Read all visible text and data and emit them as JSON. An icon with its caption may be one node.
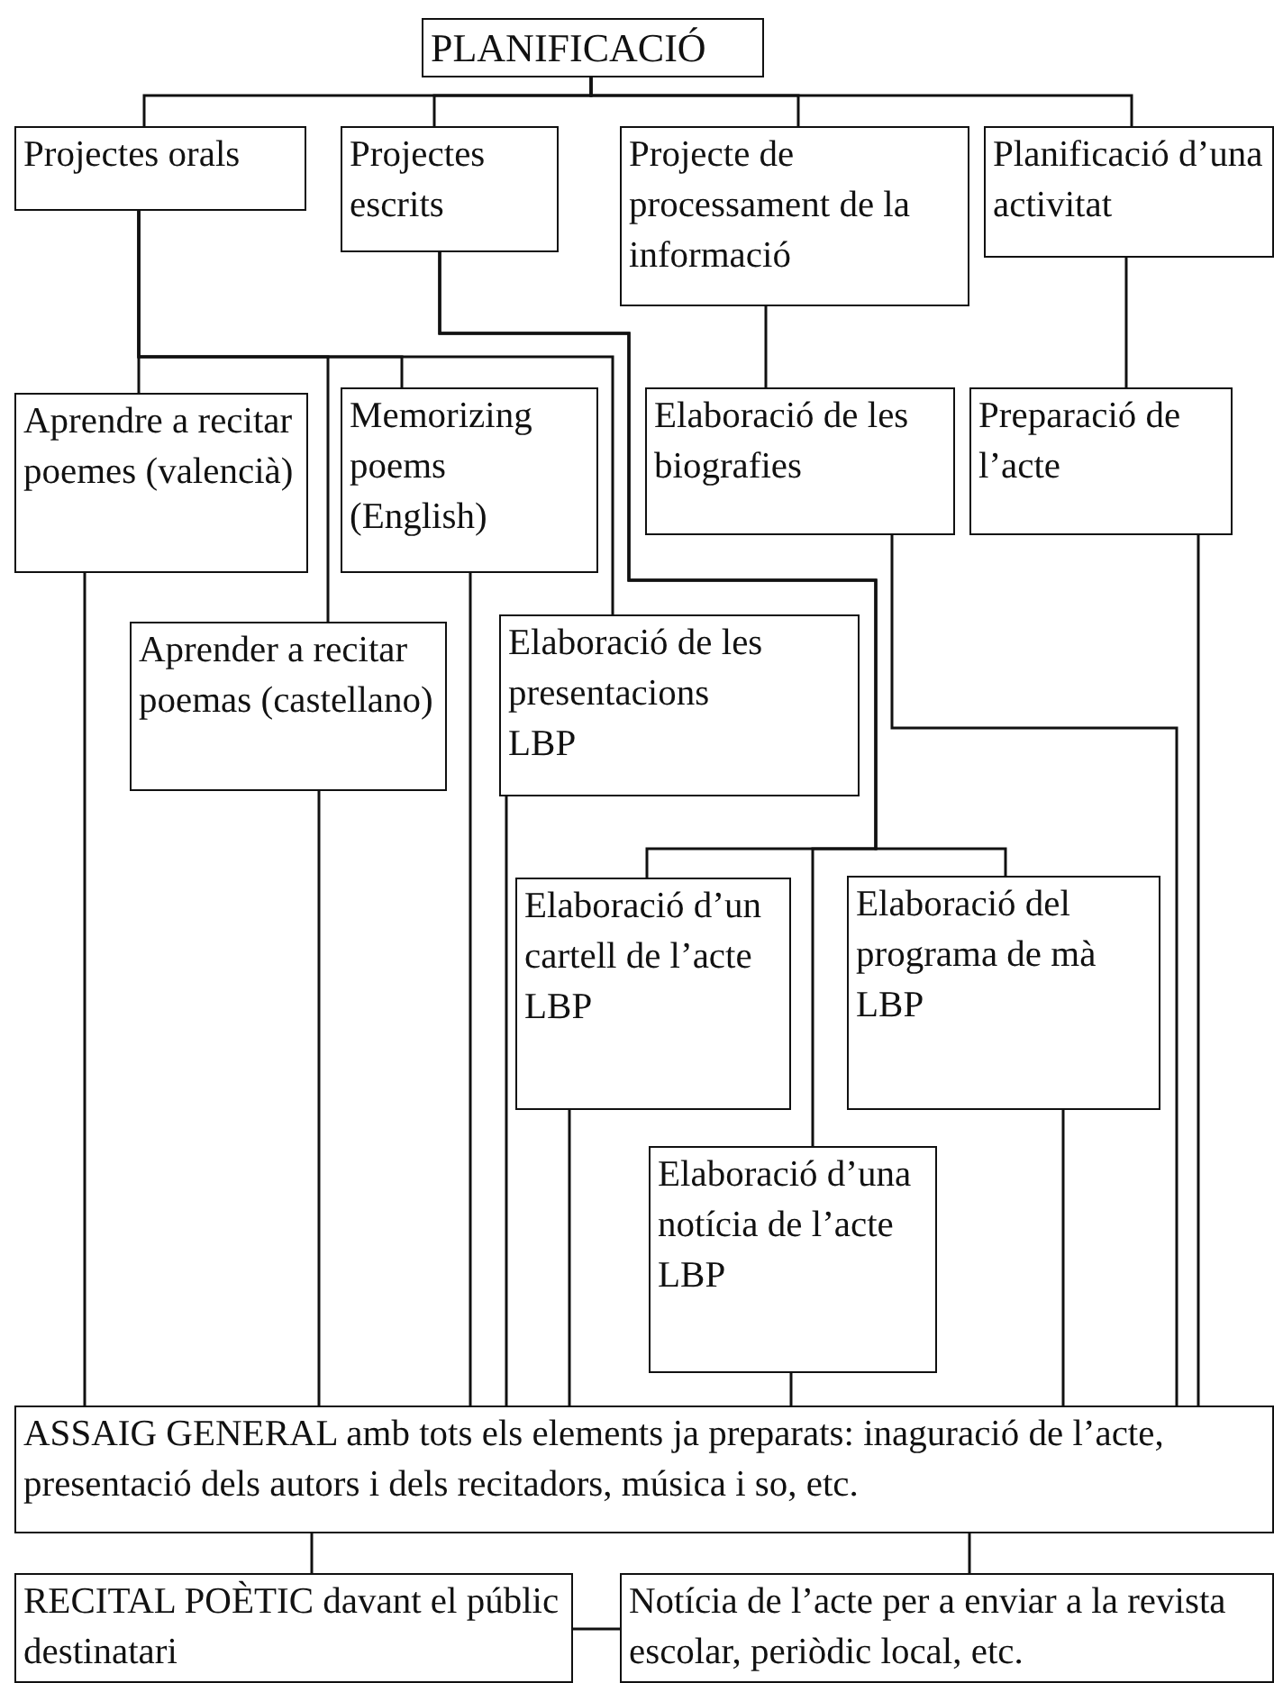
{
  "diagram": {
    "nodes": [
      {
        "text": [
          "PLANIFICACIÓ"
        ]
      },
      {
        "text": [
          "Projectes orals"
        ]
      },
      {
        "text": [
          "Projectes escrits"
        ]
      },
      {
        "text": [
          "Projecte de processament de la informació"
        ]
      },
      {
        "text": [
          "Planificació d’una activitat"
        ]
      },
      {
        "text": [
          "Aprendre a recitar poemes (valencià)"
        ]
      },
      {
        "text": [
          "Memorizing poems (English)"
        ]
      },
      {
        "text": [
          "Elaboració de les biografies"
        ]
      },
      {
        "text": [
          "Preparació de l’acte"
        ]
      },
      {
        "text": [
          "Aprender a recitar poemas (castellano)"
        ]
      },
      {
        "text": [
          "Elaboració de les presentacions",
          "LBP"
        ]
      },
      {
        "text": [
          "Elaboració d’un cartell de l’acte",
          "LBP"
        ]
      },
      {
        "text": [
          "Elaboració del programa de mà",
          "LBP"
        ]
      },
      {
        "text": [
          "Elaboració d’una notícia de l’acte",
          "LBP"
        ]
      },
      {
        "text": [
          "ASSAIG GENERAL amb tots els elements ja preparats: inaguració de l’acte, presentació dels autors i dels recitadors, música i so, etc."
        ]
      },
      {
        "text": [
          "RECITAL POÈTIC davant el públic destinatari"
        ]
      },
      {
        "text": [
          "Notícia de l’acte per a enviar a la revista escolar, periòdic local, etc."
        ]
      }
    ],
    "edges": [
      {
        "from": 0,
        "to": 1,
        "arrow": "none"
      },
      {
        "from": 0,
        "to": 2,
        "arrow": "none"
      },
      {
        "from": 0,
        "to": 3,
        "arrow": "none"
      },
      {
        "from": 0,
        "to": 4,
        "arrow": "none"
      },
      {
        "from": 1,
        "to": 5,
        "arrow": "none"
      },
      {
        "from": 1,
        "to": 9,
        "arrow": "none"
      },
      {
        "from": 1,
        "to": 6,
        "arrow": "none"
      },
      {
        "from": 1,
        "to": 10,
        "arrow": "none"
      },
      {
        "from": 3,
        "to": 7,
        "arrow": "none"
      },
      {
        "from": 4,
        "to": 8,
        "arrow": "none"
      },
      {
        "from": 2,
        "to": 11,
        "arrow": "none"
      },
      {
        "from": 2,
        "to": 13,
        "arrow": "none"
      },
      {
        "from": 2,
        "to": 12,
        "arrow": "none"
      },
      {
        "from": 5,
        "to": 14,
        "arrow": "none"
      },
      {
        "from": 9,
        "to": 14,
        "arrow": "none"
      },
      {
        "from": 6,
        "to": 14,
        "arrow": "none"
      },
      {
        "from": 10,
        "to": 14,
        "arrow": "none"
      },
      {
        "from": 11,
        "to": 14,
        "arrow": "none"
      },
      {
        "from": 13,
        "to": 14,
        "arrow": "none"
      },
      {
        "from": 12,
        "to": 14,
        "arrow": "none"
      },
      {
        "from": 7,
        "to": 14,
        "arrow": "none"
      },
      {
        "from": 8,
        "to": 14,
        "arrow": "none"
      },
      {
        "from": 14,
        "to": 15,
        "arrow": "none"
      },
      {
        "from": 14,
        "to": 16,
        "arrow": "none"
      },
      {
        "from": 15,
        "to": 16,
        "arrow": "none"
      }
    ]
  }
}
